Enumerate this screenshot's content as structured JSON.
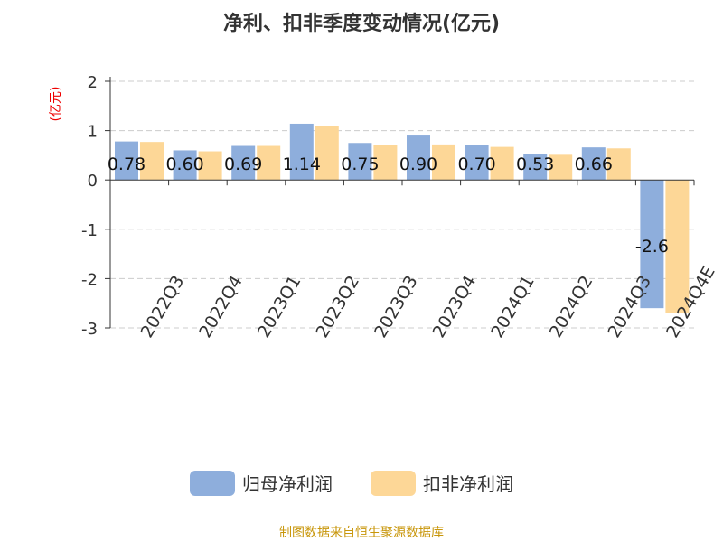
{
  "chart_data": {
    "type": "bar",
    "title": "净利、扣非季度变动情况(亿元)",
    "ylabel": "(亿元)",
    "xlabel": "",
    "ylim": [
      -3,
      2
    ],
    "yticks": [
      2,
      1,
      0,
      -1,
      -2,
      -3
    ],
    "grid": true,
    "legend_position": "bottom",
    "categories": [
      "2022Q3",
      "2022Q4",
      "2023Q1",
      "2023Q2",
      "2023Q3",
      "2023Q4",
      "2024Q1",
      "2024Q2",
      "2024Q3",
      "2024Q4E"
    ],
    "series": [
      {
        "name": "归母净利润",
        "color": "#8eaedc",
        "values": [
          0.78,
          0.6,
          0.69,
          1.14,
          0.75,
          0.9,
          0.7,
          0.53,
          0.66,
          -2.6
        ],
        "labels": [
          "0.78",
          "0.60",
          "0.69",
          "1.14",
          "0.75",
          "0.90",
          "0.70",
          "0.53",
          "0.66",
          "-2.6"
        ]
      },
      {
        "name": "扣非净利润",
        "color": "#fdd797",
        "values": [
          0.77,
          0.58,
          0.69,
          1.09,
          0.71,
          0.72,
          0.67,
          0.51,
          0.64,
          -2.69
        ]
      }
    ],
    "source": "制图数据来自恒生聚源数据库"
  }
}
